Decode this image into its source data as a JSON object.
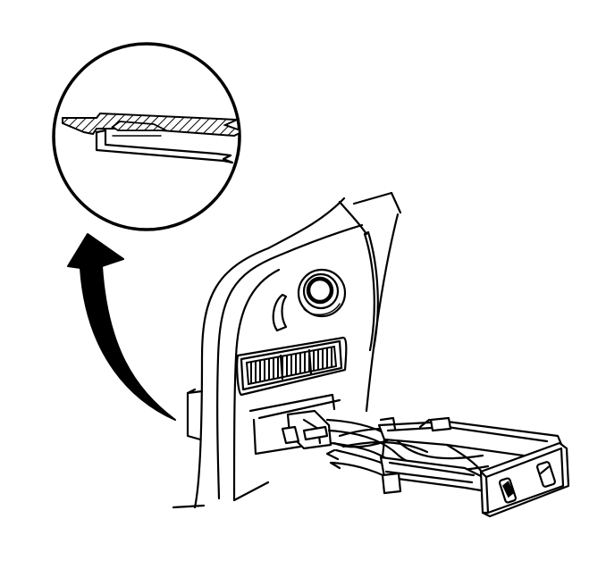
{
  "figure": {
    "kind": "technical-illustration",
    "subject": "switch-panel-removal",
    "colors": {
      "line": "#000000",
      "background": "#ffffff"
    },
    "parts": [
      "detail-circle",
      "retaining-clip",
      "curved-arrow",
      "dash-panel",
      "round-knob",
      "vent-grille",
      "wire-connector",
      "wire-harness",
      "switch-assembly",
      "rocker-switch"
    ]
  }
}
